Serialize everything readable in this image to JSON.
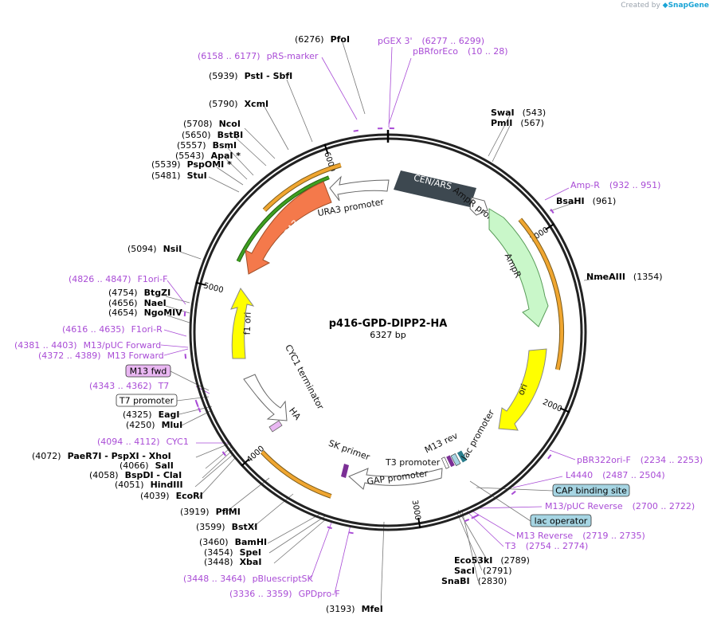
{
  "header": {
    "brand_prefix": "Created by",
    "brand_name": "SnapGene"
  },
  "plasmid": {
    "name": "p416-GPD-DIPP2-HA",
    "length_label": "6327 bp",
    "length": 6327,
    "tick_labels": [
      "1000",
      "2000",
      "3000",
      "4000",
      "5000",
      "6000"
    ],
    "colors": {
      "backbone": "#222222",
      "primer": "#a94cd6",
      "amp": "#c9f7c9",
      "ori": "#ffff00",
      "ura3": "#f4794b",
      "cen": "#3d4850",
      "f1ori": "#ffff00",
      "promoter": "#ffffff",
      "orange_arc": "#f0a630",
      "green_arc": "#3ea020",
      "lac_operator_box": "#a6d5e3",
      "cap_box": "#a6d5e3",
      "m13fwd_box": "#e9b7f2"
    }
  },
  "features": [
    {
      "label": "CEN/ARS",
      "start": 70,
      "end": 480,
      "ring": 0
    },
    {
      "label": "AmpR promoter",
      "start": 560,
      "end": 660,
      "ring": 0
    },
    {
      "label": "AmpR",
      "start": 780,
      "end": 1540,
      "ring": 0
    },
    {
      "label": "ori",
      "start": 1760,
      "end": 2360,
      "ring": 0
    },
    {
      "label": "lac promoter",
      "start": 2520,
      "end": 2560,
      "ring": 0
    },
    {
      "label": "M13 rev",
      "start": 2565,
      "end": 2600,
      "ring": 0
    },
    {
      "label": "T3 promoter",
      "start": 2610,
      "end": 2650,
      "ring": 0
    },
    {
      "label": "GAP promoter",
      "start": 2660,
      "end": 3300,
      "ring": 0
    },
    {
      "label": "SK primer",
      "start": 3360,
      "end": 3400,
      "ring": 0
    },
    {
      "label": "HA",
      "start": 3960,
      "end": 4000,
      "ring": 0
    },
    {
      "label": "CYC1 terminator",
      "start": 4020,
      "end": 4320,
      "ring": 0
    },
    {
      "label": "f1 ori",
      "start": 4640,
      "end": 5060,
      "ring": 0
    },
    {
      "label": "URA3",
      "start": 5240,
      "end": 5860,
      "ring": 0
    },
    {
      "label": "URA3 promoter",
      "start": 5880,
      "end": 6180,
      "ring": 0
    }
  ],
  "sites": [
    {
      "name": "PfoI",
      "pos": "(6276)"
    },
    {
      "name": "PstI - SbfI",
      "pos": "(5939)"
    },
    {
      "name": "XcmI",
      "pos": "(5790)"
    },
    {
      "name": "NcoI",
      "pos": "(5708)"
    },
    {
      "name": "BstBI",
      "pos": "(5650)"
    },
    {
      "name": "BsmI",
      "pos": "(5557)"
    },
    {
      "name": "ApaI *",
      "pos": "(5543)"
    },
    {
      "name": "PspOMI *",
      "pos": "(5539)"
    },
    {
      "name": "StuI",
      "pos": "(5481)"
    },
    {
      "name": "NsiI",
      "pos": "(5094)"
    },
    {
      "name": "BtgZI",
      "pos": "(4754)"
    },
    {
      "name": "NaeI",
      "pos": "(4656)"
    },
    {
      "name": "NgoMIV",
      "pos": "(4654)"
    },
    {
      "name": "EagI",
      "pos": "(4325)"
    },
    {
      "name": "MluI",
      "pos": "(4250)"
    },
    {
      "name": "PaeR7I - PspXI - XhoI",
      "pos": "(4072)"
    },
    {
      "name": "SalI",
      "pos": "(4066)"
    },
    {
      "name": "BspDI - ClaI",
      "pos": "(4058)"
    },
    {
      "name": "HindIII",
      "pos": "(4051)"
    },
    {
      "name": "EcoRI",
      "pos": "(4039)"
    },
    {
      "name": "PflMI",
      "pos": "(3919)"
    },
    {
      "name": "BstXI",
      "pos": "(3599)"
    },
    {
      "name": "BamHI",
      "pos": "(3460)"
    },
    {
      "name": "SpeI",
      "pos": "(3454)"
    },
    {
      "name": "XbaI",
      "pos": "(3448)"
    },
    {
      "name": "MfeI",
      "pos": "(3193)"
    },
    {
      "name": "SwaI",
      "pos": "(543)"
    },
    {
      "name": "PmlI",
      "pos": "(567)"
    },
    {
      "name": "BsaHI",
      "pos": "(961)"
    },
    {
      "name": "NmeAIII",
      "pos": "(1354)"
    },
    {
      "name": "Eco53kI",
      "pos": "(2789)"
    },
    {
      "name": "SacI",
      "pos": "(2791)"
    },
    {
      "name": "SnaBI",
      "pos": "(2830)"
    }
  ],
  "primers": [
    {
      "label": "pGEX 3'",
      "range": "(6277 .. 6299)"
    },
    {
      "label": "pBRforEco",
      "range": "(10 .. 28)"
    },
    {
      "label": "pRS-marker",
      "range": "(6158 .. 6177)"
    },
    {
      "label": "Amp-R",
      "range": "(932 .. 951)"
    },
    {
      "label": "F1ori-F",
      "range": "(4826 .. 4847)"
    },
    {
      "label": "F1ori-R",
      "range": "(4616 .. 4635)"
    },
    {
      "label": "M13/pUC Forward",
      "range": "(4381 .. 4403)"
    },
    {
      "label": "M13 Forward",
      "range": "(4372 .. 4389)"
    },
    {
      "label": "T7",
      "range": "(4343 .. 4362)"
    },
    {
      "label": "CYC1",
      "range": "(4094 .. 4112)"
    },
    {
      "label": "pBR322ori-F",
      "range": "(2234 .. 2253)"
    },
    {
      "label": "L4440",
      "range": "(2487 .. 2504)"
    },
    {
      "label": "M13/pUC Reverse",
      "range": "(2700 .. 2722)"
    },
    {
      "label": "M13 Reverse",
      "range": "(2719 .. 2735)"
    },
    {
      "label": "T3",
      "range": "(2754 .. 2774)"
    },
    {
      "label": "pBluescriptSK",
      "range": "(3448 .. 3464)"
    },
    {
      "label": "GPDpro-F",
      "range": "(3336 .. 3359)"
    }
  ],
  "boxed": [
    {
      "label": "M13 fwd"
    },
    {
      "label": "T7 promoter"
    },
    {
      "label": "CAP binding site"
    },
    {
      "label": "lac operator"
    }
  ]
}
